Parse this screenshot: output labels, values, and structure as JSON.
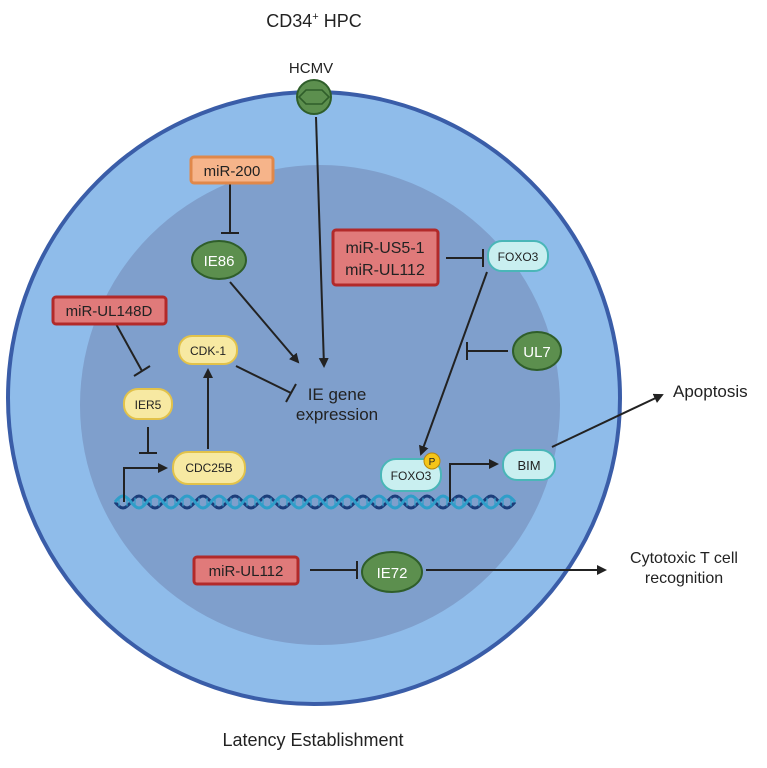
{
  "title": {
    "text": "CD34",
    "superscript": "+",
    "suffix": " HPC"
  },
  "footer": "Latency Establishment",
  "virus": {
    "label": "HCMV",
    "icon": "virus-hexagon-icon"
  },
  "mirnas": {
    "mir200": "miR-200",
    "mirUS5_1": "miR-US5-1",
    "mirUL112_a": "miR-UL112",
    "mirUL148D": "miR-UL148D",
    "mirUL112_b": "miR-UL112"
  },
  "proteins": {
    "ie86": "IE86",
    "ul7": "UL7",
    "ie72": "IE72",
    "foxo3_top": "FOXO3",
    "foxo3_bottom": "FOXO3",
    "phospho": "P",
    "bim": "BIM",
    "cdk1": "CDK-1",
    "ier5": "IER5",
    "cdc25b": "CDC25B"
  },
  "ie_gene": {
    "line1": "IE gene",
    "line2": "expression"
  },
  "outcomes": {
    "apoptosis": "Apoptosis",
    "ctl_line1": "Cytotoxic T cell",
    "ctl_line2": "recognition"
  },
  "colors": {
    "cell_outer": "#8fbcea",
    "cell_outer_stroke": "#3a5da8",
    "nucleus": "#7f9fcc",
    "red_box_fill": "#e07a7a",
    "red_box_stroke": "#b22a2a",
    "orange_box_fill": "#f6b48a",
    "orange_box_stroke": "#e0884a",
    "green_fill": "#5c8f4e",
    "green_stroke": "#2f5e2a",
    "yellow_fill": "#f7e9a2",
    "yellow_stroke": "#e2c24a",
    "cyan_fill": "#c9eff0",
    "cyan_stroke": "#4ab6b8",
    "dna_dark": "#1b3d7a",
    "dna_light": "#2f9ec9"
  }
}
